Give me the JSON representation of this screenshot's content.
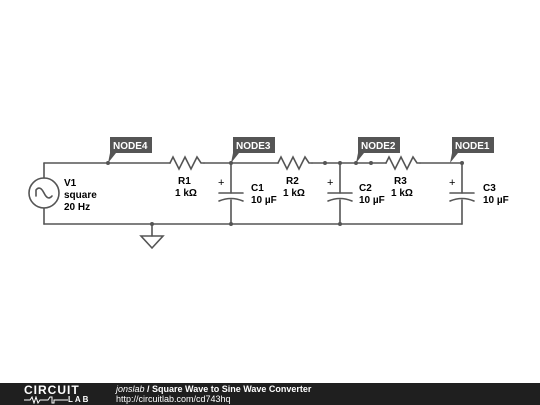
{
  "circuit": {
    "nodes": [
      "NODE4",
      "NODE3",
      "NODE2",
      "NODE1"
    ],
    "source": {
      "name": "V1",
      "type": "square",
      "freq": "20 Hz"
    },
    "resistors": [
      {
        "name": "R1",
        "value": "1 kΩ"
      },
      {
        "name": "R2",
        "value": "1 kΩ"
      },
      {
        "name": "R3",
        "value": "1 kΩ"
      }
    ],
    "capacitors": [
      {
        "name": "C1",
        "value": "10 µF",
        "polarity": "+"
      },
      {
        "name": "C2",
        "value": "10 µF",
        "polarity": "+"
      },
      {
        "name": "C3",
        "value": "10 µF",
        "polarity": "+"
      }
    ]
  },
  "footer": {
    "logo_top": "CIRCUIT",
    "logo_bottom": "LAB",
    "author": "jonslab",
    "separator": " / ",
    "title": "Square Wave to Sine Wave Converter",
    "url": "http://circuitlab.com/cd743hq"
  },
  "colors": {
    "wire": "#555555",
    "footer_bg": "#1f1f1f",
    "tag_bg": "#555555"
  }
}
